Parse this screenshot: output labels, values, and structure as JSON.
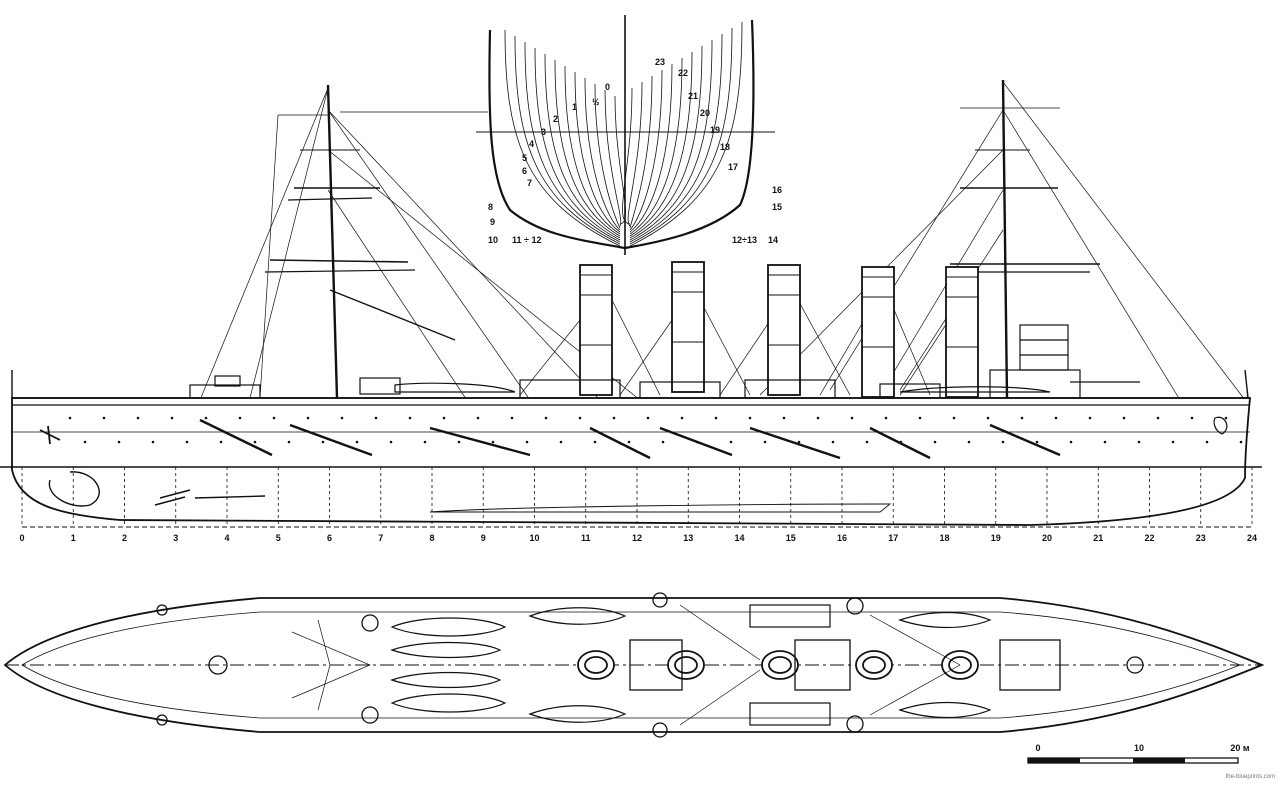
{
  "body_plan": {
    "left_labels": [
      "0",
      "½",
      "1",
      "2",
      "3",
      "4",
      "5",
      "6",
      "7",
      "8",
      "9",
      "10",
      "11 ÷ 12"
    ],
    "right_labels": [
      "23",
      "22",
      "21",
      "20",
      "19",
      "18",
      "17",
      "16",
      "15",
      "14",
      "12÷13"
    ]
  },
  "frame_scale": [
    "0",
    "1",
    "2",
    "3",
    "4",
    "5",
    "6",
    "7",
    "8",
    "9",
    "10",
    "11",
    "12",
    "13",
    "14",
    "15",
    "16",
    "17",
    "18",
    "19",
    "20",
    "21",
    "22",
    "23",
    "24"
  ],
  "scale_bar": {
    "labels": [
      "0",
      "10",
      "20 м"
    ]
  },
  "watermark": "the-blueprints.com"
}
